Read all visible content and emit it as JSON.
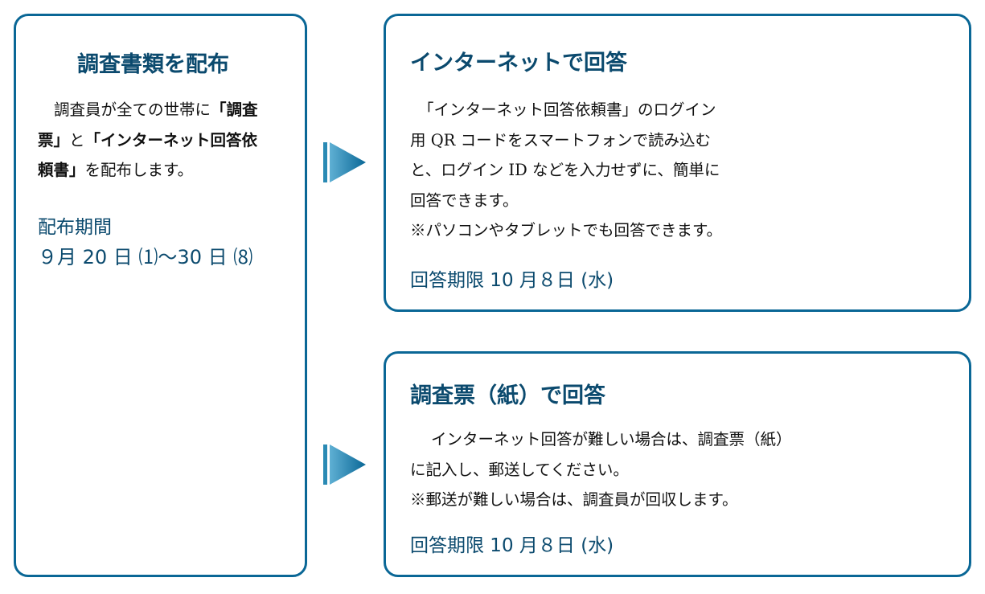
{
  "distribute": {
    "title": "調査書類を配布",
    "body": {
      "l1_a": "調査員が全ての世帯に",
      "l1_b": "「調査",
      "l2_a": "票」",
      "l2_b": "と",
      "l2_c": "「インターネット回答依",
      "l3_a": "頼書」",
      "l3_b": "を配布します。"
    },
    "period_label": "配布期間",
    "period_value": "９月 20 日 ⑴〜30 日 ⑻"
  },
  "internet": {
    "title": "インターネットで回答",
    "lines": [
      "「インターネット回答依頼書」のログイン",
      "用 QR コードをスマートフォンで読み込む",
      "と、ログイン ID などを入力せずに、簡単に",
      "回答できます。",
      "※パソコンやタブレットでも回答できます。"
    ],
    "deadline": "回答期限 10 月８日 (水)"
  },
  "paper": {
    "title": "調査票（紙）で回答",
    "lines": [
      "インターネット回答が難しい場合は、調査票（紙）",
      "に記入し、郵送してください。",
      "※郵送が難しい場合は、調査員が回収します。"
    ],
    "deadline": "回答期限 10 月８日 (水)"
  },
  "colors": {
    "border": "#0a6796",
    "title": "#0b4a6e",
    "arrow": "#2a8ab4"
  }
}
